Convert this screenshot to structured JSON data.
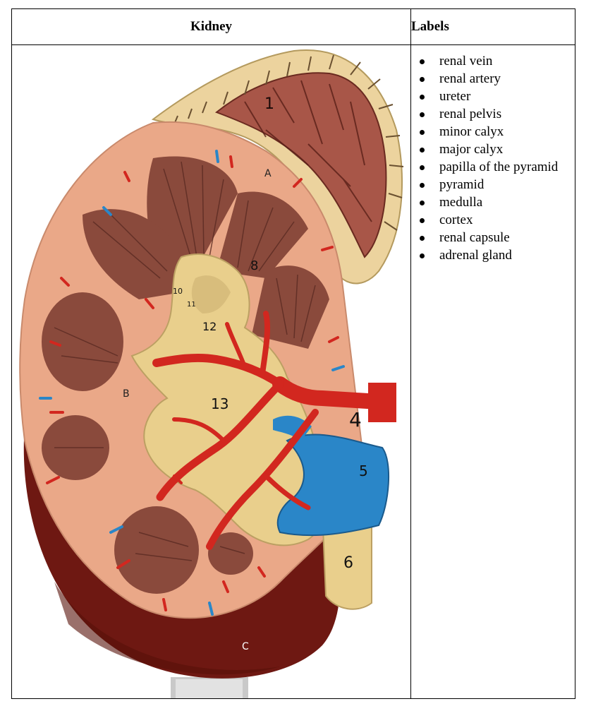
{
  "table": {
    "header_kidney": "Kidney",
    "header_labels": "Labels"
  },
  "labels": [
    "renal vein",
    "renal artery",
    "ureter",
    "renal pelvis",
    "minor calyx",
    "major calyx",
    "papilla of the pyramid",
    "pyramid",
    "medulla",
    "cortex",
    "renal capsule",
    "adrenal gland"
  ],
  "model_markers": {
    "letters": [
      "A",
      "B",
      "C"
    ],
    "numbers": [
      "1",
      "4",
      "5",
      "6",
      "8",
      "10",
      "11",
      "12",
      "13"
    ]
  },
  "colors": {
    "cortex": "#eaa888",
    "medulla_pyramid": "#8a4a3c",
    "capsule": "#6e1812",
    "adrenal_rim": "#ecd39e",
    "adrenal_core": "#a85648",
    "pelvis": "#e9cf8c",
    "artery": "#d2271f",
    "vein": "#2a86c8"
  }
}
